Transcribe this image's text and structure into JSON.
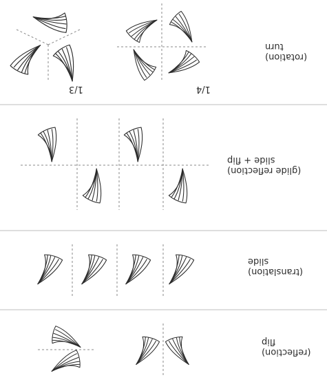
{
  "sections": [
    {
      "id": "rotation",
      "name": "turn",
      "sub": "(rotation)",
      "fractions": [
        "1/3",
        "1/4"
      ]
    },
    {
      "id": "glide",
      "name": "slide + flip",
      "sub": "(glide reflection)"
    },
    {
      "id": "translation",
      "name": "slide",
      "sub": "(translation)"
    },
    {
      "id": "reflection",
      "name": "flip",
      "sub": "(reflection)"
    }
  ],
  "colors": {
    "stroke": "#2b2b2b",
    "guide": "#888888",
    "divider": "#bdbdbd"
  },
  "motif": "curved-horn-shape"
}
